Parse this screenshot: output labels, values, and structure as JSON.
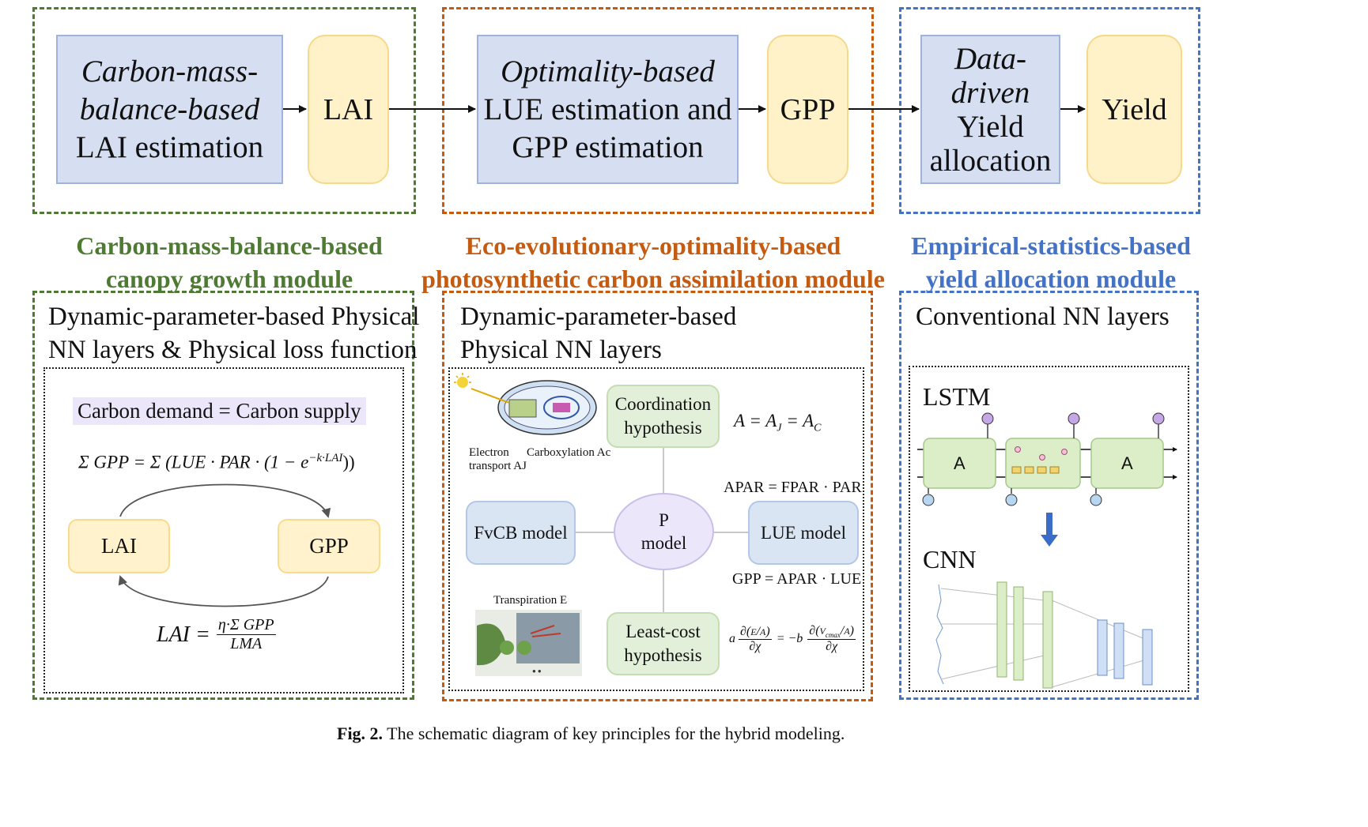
{
  "top_row": {
    "box1": [
      "Carbon-mass-",
      "balance-based",
      "LAI estimation"
    ],
    "lai": "LAI",
    "box2": [
      "Optimality-based",
      "LUE estimation and",
      "GPP estimation"
    ],
    "gpp": "GPP",
    "box3": [
      "Data-",
      "driven",
      "Yield",
      "allocation"
    ],
    "yield": "Yield"
  },
  "modules": {
    "green_title": [
      "Carbon-mass-balance-based",
      "canopy growth module"
    ],
    "orange_title": [
      "Eco-evolutionary-optimality-based",
      "photosynthetic carbon assimilation module"
    ],
    "blue_title": [
      "Empirical-statistics-based",
      "yield allocation module"
    ]
  },
  "colors": {
    "green": "#4f7a33",
    "orange": "#c55a11",
    "blue": "#4472c4"
  },
  "left_panel": {
    "subtitle": [
      "Dynamic-parameter-based Physical",
      "NN layers & Physical loss function"
    ],
    "carbon_eq": "Carbon demand = Carbon supply",
    "gpp_sum": "Σ GPP = Σ (LUE · PAR · (1 − e",
    "gpp_exp": "−k·LAI",
    "gpp_close": "))",
    "lai": "LAI",
    "gpp": "GPP",
    "lai_lhs": "LAI =",
    "lai_num": "η·Σ GPP",
    "lai_den": "LMA"
  },
  "middle_panel": {
    "subtitle": [
      "Dynamic-parameter-based",
      "Physical NN layers"
    ],
    "coordination": [
      "Coordination",
      "hypothesis"
    ],
    "eq_a": "A = AJ = AC",
    "eq_a_parts": [
      "A = A",
      "J",
      " = A",
      "C"
    ],
    "apar": "APAR = FPAR · PAR",
    "fvcb": "FvCB model",
    "p_model": [
      "P",
      "model"
    ],
    "lue_model": "LUE model",
    "gpp_eq": "GPP = APAR · LUE",
    "least_cost": [
      "Least-cost",
      "hypothesis"
    ],
    "electron_label": [
      "Electron",
      "transport AJ"
    ],
    "carboxylation_label": "Carboxylation Ac",
    "transpiration_label": "Transpiration E",
    "lc_eq": {
      "a": "a",
      "lhs_num": "∂(",
      "e": "E",
      "over_a": "A",
      "dx": "∂χ",
      "eq": "= −b",
      "vcmax": "Vcmax",
      "vcmax_parts": [
        "V",
        "cmax"
      ]
    }
  },
  "right_panel": {
    "subtitle": "Conventional NN layers",
    "lstm": "LSTM",
    "cnn": "CNN",
    "cell_label": "A"
  },
  "caption": {
    "bold": "Fig. 2.",
    "text": "The schematic diagram of key principles for the hybrid modeling."
  }
}
